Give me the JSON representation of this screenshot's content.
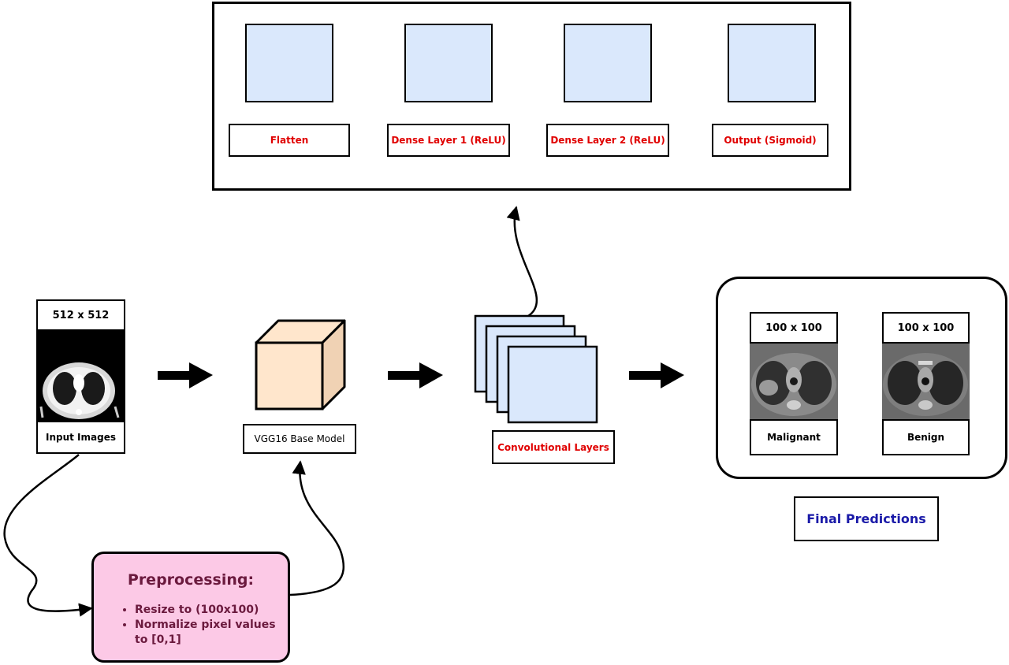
{
  "dense_head": {
    "labels": [
      "Flatten",
      "Dense Layer 1 (ReLU)",
      "Dense Layer 2 (ReLU)",
      "Output (Sigmoid)"
    ]
  },
  "input": {
    "size_label": "512 x 512",
    "caption": "Input Images"
  },
  "base_model": {
    "label": "VGG16 Base Model"
  },
  "conv": {
    "label": "Convolutional Layers"
  },
  "predictions": {
    "malignant": {
      "size_label": "100 x 100",
      "caption": "Malignant"
    },
    "benign": {
      "size_label": "100 x 100",
      "caption": "Benign"
    },
    "title": "Final Predictions"
  },
  "preprocessing": {
    "title": "Preprocessing:",
    "steps": [
      "Resize to (100x100)",
      "Normalize pixel values to [0,1]"
    ]
  },
  "colors": {
    "layer_fill": "#dae8fc",
    "cube_front": "#ffe6cc",
    "cube_side": "#f0d2b4",
    "preprocess_fill": "#fcc9e6",
    "preprocess_text": "#6b1a3e",
    "head_label_text": "#e00000",
    "final_label_text": "#1a1aa8"
  }
}
